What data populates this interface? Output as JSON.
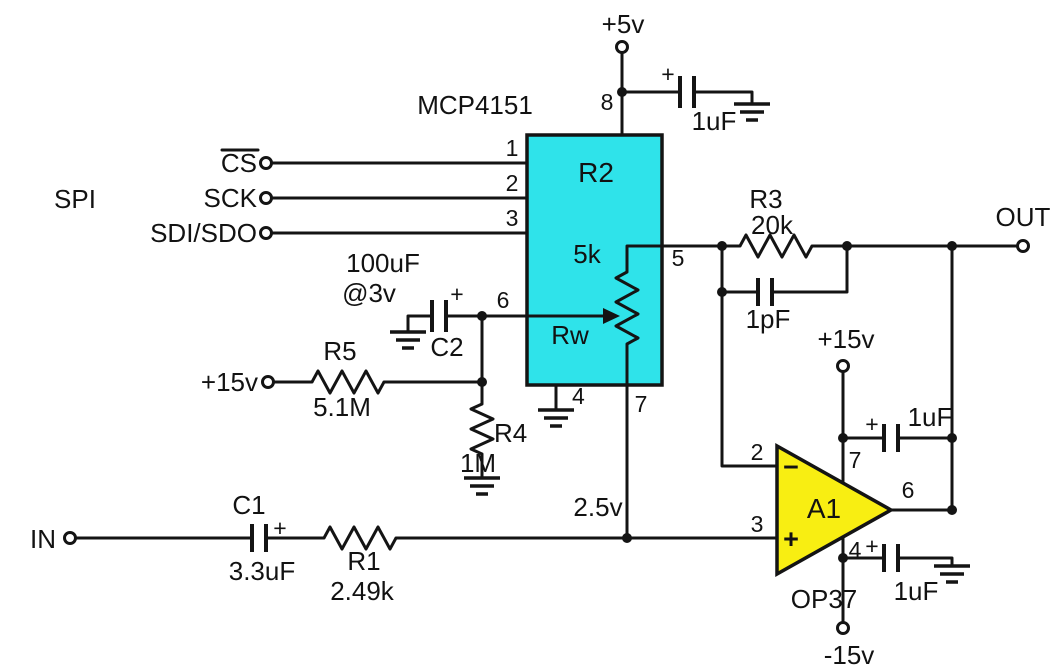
{
  "colors": {
    "chip_fill": "#2fe3ea",
    "opamp_fill": "#f8ee12"
  },
  "schematic": {
    "ports": {
      "in": "IN",
      "out": "OUT"
    },
    "supplies": {
      "plus5": "+5v",
      "plus15_bias": "+15v",
      "plus15_amp": "+15v",
      "minus15": "-15v"
    },
    "nets": {
      "bias": "2.5v"
    },
    "spi": {
      "bus": "SPI",
      "cs": "CS",
      "sck": "SCK",
      "sdi_sdo": "SDI/SDO"
    },
    "digipot": {
      "part": "MCP4151",
      "ref": "R2",
      "value": "5k",
      "wiper": "Rw",
      "pin1": "1",
      "pin2": "2",
      "pin3": "3",
      "pin4": "4",
      "pin5": "5",
      "pin6": "6",
      "pin7": "7",
      "pin8": "8"
    },
    "opamp": {
      "ref": "A1",
      "part": "OP37",
      "minus": "−",
      "plus": "+",
      "pin2": "2",
      "pin3": "3",
      "pin4": "4",
      "pin6": "6",
      "pin7": "7"
    },
    "resistors": {
      "r1": {
        "ref": "R1",
        "value": "2.49k"
      },
      "r3": {
        "ref": "R3",
        "value": "20k"
      },
      "r4": {
        "ref": "R4",
        "value": "1M"
      },
      "r5": {
        "ref": "R5",
        "value": "5.1M"
      }
    },
    "capacitors": {
      "c1": {
        "ref": "C1",
        "value": "3.3uF",
        "polarity": "+"
      },
      "c2": {
        "ref": "C2",
        "value": "100uF",
        "rating": "@3v",
        "polarity": "+"
      },
      "c_vdd": {
        "value": "1uF",
        "polarity": "+"
      },
      "c_fb": {
        "value": "1pF"
      },
      "c_vplus": {
        "value": "1uF",
        "polarity": "+"
      },
      "c_vminus": {
        "value": "1uF",
        "polarity": "+"
      }
    }
  }
}
